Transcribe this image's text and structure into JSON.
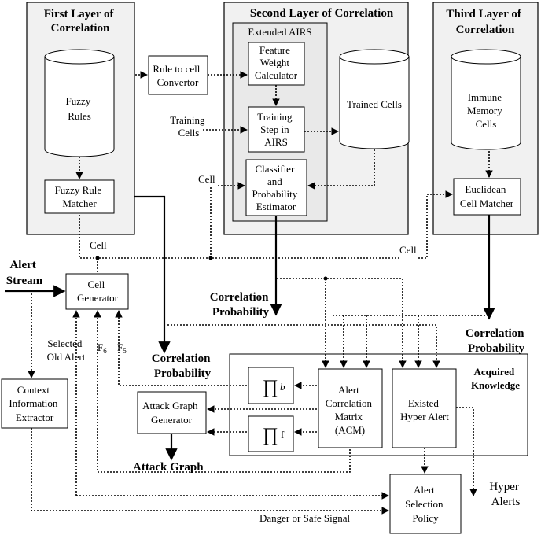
{
  "layers": {
    "first": {
      "title": [
        "First Layer of",
        "Correlation"
      ]
    },
    "second": {
      "title": "Second Layer of Correlation",
      "extended_airs": "Extended AIRS"
    },
    "third": {
      "title": [
        "Third Layer of",
        "Correlation"
      ]
    }
  },
  "components": {
    "fuzzy_rules": [
      "Fuzzy",
      "Rules"
    ],
    "fuzzy_rule_matcher": [
      "Fuzzy Rule",
      "Matcher"
    ],
    "rule_to_cell": [
      "Rule to cell",
      "Convertor"
    ],
    "feature_weight": [
      "Feature",
      "Weight",
      "Calculator"
    ],
    "training_step": [
      "Training",
      "Step in",
      "AIRS"
    ],
    "classifier": [
      "Classifier",
      "and",
      "Probability",
      "Estimator"
    ],
    "trained_cells": "Trained Cells",
    "immune_memory": [
      "Immune",
      "Memory",
      "Cells"
    ],
    "euclidean": [
      "Euclidean",
      "Cell Matcher"
    ],
    "cell_generator": [
      "Cell",
      "Generator"
    ],
    "context_extractor": [
      "Context",
      "Information",
      "Extractor"
    ],
    "attack_graph_generator": [
      "Attack Graph",
      "Generator"
    ],
    "acm": [
      "Alert",
      "Correlation",
      "Matrix",
      "(ACM)"
    ],
    "existed_hyper": [
      "Existed",
      "Hyper Alert"
    ],
    "alert_selection": [
      "Alert",
      "Selection",
      "Policy"
    ],
    "acquired_knowledge": [
      "Acquired",
      "Knowledge"
    ],
    "prod_b": "b",
    "prod_f": "f"
  },
  "labels": {
    "training_cells": [
      "Training",
      "Cells"
    ],
    "cell": "Cell",
    "alert_stream": [
      "Alert",
      "Stream"
    ],
    "selected_old_alert": [
      "Selected",
      "Old Alert"
    ],
    "f6": "F",
    "f6_sub": "6",
    "f5": "F",
    "f5_sub": "5",
    "correlation_probability": [
      "Correlation",
      "Probability"
    ],
    "attack_graph": "Attack Graph",
    "hyper_alerts": [
      "Hyper",
      "Alerts"
    ],
    "danger_signal": "Danger or Safe Signal"
  }
}
